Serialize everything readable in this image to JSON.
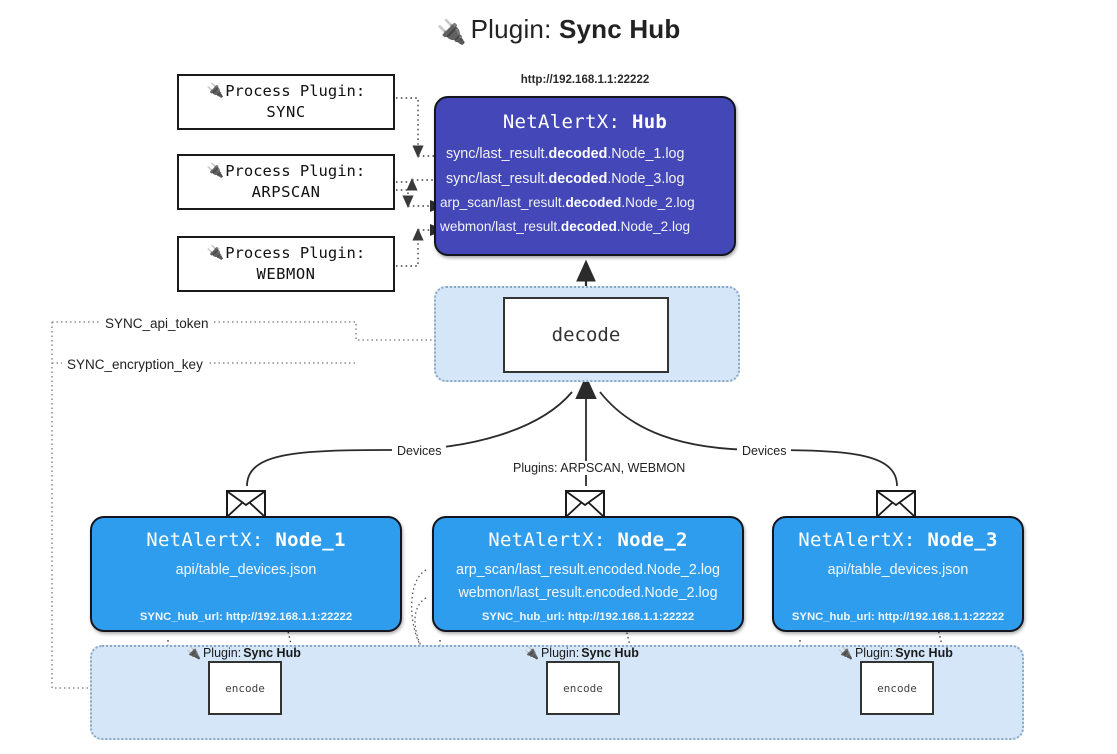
{
  "title": {
    "icon": "plug-icon",
    "prefix": "Plugin:",
    "name": "Sync Hub"
  },
  "colors": {
    "hub_fill": "#4347b8",
    "node_fill": "#2f9ded",
    "band_fill": "#d4e6f8",
    "band_border": "#8aa8c4",
    "box_border": "#1a1a1a",
    "text_dark": "#1a1a1a"
  },
  "process_plugins": [
    {
      "icon": "plug-icon",
      "line1": "Process Plugin:",
      "line2": "SYNC"
    },
    {
      "icon": "plug-icon",
      "line1": "Process Plugin:",
      "line2": "ARPSCAN"
    },
    {
      "icon": "plug-icon",
      "line1": "Process Plugin:",
      "line2": "WEBMON"
    }
  ],
  "hub": {
    "url": "http://192.168.1.1:22222",
    "title_prefix": "NetAlertX:",
    "title_name": "Hub",
    "logs": [
      {
        "pre": "sync/last_result.",
        "mid": "decoded",
        "post": ".Node_1.log"
      },
      {
        "pre": "sync/last_result.",
        "mid": "decoded",
        "post": ".Node_3.log"
      },
      {
        "pre": "arp_scan/last_result.",
        "mid": "decoded",
        "post": ".Node_2.log"
      },
      {
        "pre": "webmon/last_result.",
        "mid": "decoded",
        "post": ".Node_2.log"
      }
    ]
  },
  "decode": {
    "label": "decode"
  },
  "keys": {
    "api_token": "SYNC_api_token",
    "encryption_key": "SYNC_encryption_key"
  },
  "edge_labels": {
    "devices_left": "Devices",
    "devices_right": "Devices",
    "plugins_mid": "Plugins: ARPSCAN, WEBMON"
  },
  "nodes": [
    {
      "title_prefix": "NetAlertX:",
      "title_name": "Node_1",
      "lines": [
        "api/table_devices.json"
      ],
      "hub_url_label": "SYNC_hub_url:",
      "hub_url": "http://192.168.1.1:22222",
      "envelope": "envelope-icon"
    },
    {
      "title_prefix": "NetAlertX:",
      "title_name": "Node_2",
      "lines": [
        "arp_scan/last_result.encoded.Node_2.log",
        "webmon/last_result.encoded.Node_2.log"
      ],
      "hub_url_label": "SYNC_hub_url:",
      "hub_url": "http://192.168.1.1:22222",
      "envelope": "envelope-icon"
    },
    {
      "title_prefix": "NetAlertX:",
      "title_name": "Node_3",
      "lines": [
        "api/table_devices.json"
      ],
      "hub_url_label": "SYNC_hub_url:",
      "hub_url": "http://192.168.1.1:22222",
      "envelope": "envelope-icon"
    }
  ],
  "encoders": [
    {
      "icon": "plug-icon",
      "prefix": "Plugin:",
      "name": "Sync Hub",
      "box_label": "encode"
    },
    {
      "icon": "plug-icon",
      "prefix": "Plugin:",
      "name": "Sync Hub",
      "box_label": "encode"
    },
    {
      "icon": "plug-icon",
      "prefix": "Plugin:",
      "name": "Sync Hub",
      "box_label": "encode"
    }
  ]
}
